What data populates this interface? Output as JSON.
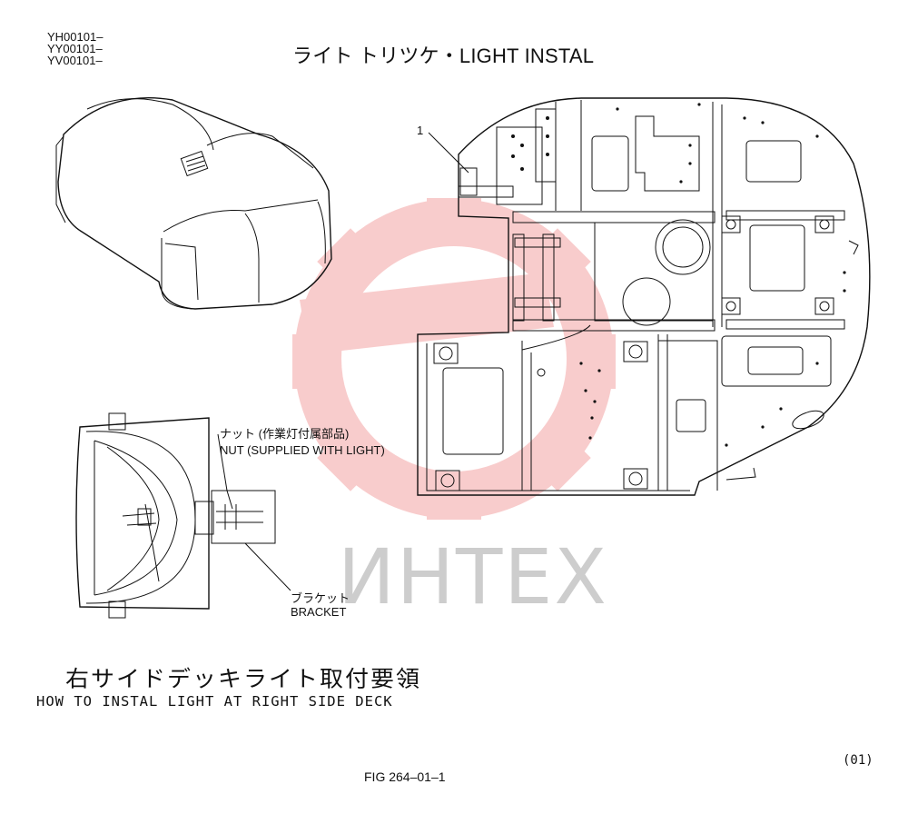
{
  "header": {
    "model_codes": [
      "YH00101–",
      "YY00101–",
      "YV00101–"
    ],
    "title": "ライト トリツケ・LIGHT INSTAL"
  },
  "callouts": {
    "part_number_1": "1",
    "nut_jp": "ナット (作業灯付属部品)",
    "nut_en": "NUT (SUPPLIED WITH LIGHT)",
    "bracket_jp": "ブラケット",
    "bracket_en": "BRACKET"
  },
  "caption": {
    "jp": "右サイドデッキライト取付要領",
    "en": "HOW TO INSTAL LIGHT AT RIGHT SIDE DECK"
  },
  "footer": {
    "figure_number": "FIG 264–01–1",
    "page_code": "(01)"
  },
  "watermark": {
    "text": "ИHTEX",
    "color": "#f2a0a0"
  }
}
